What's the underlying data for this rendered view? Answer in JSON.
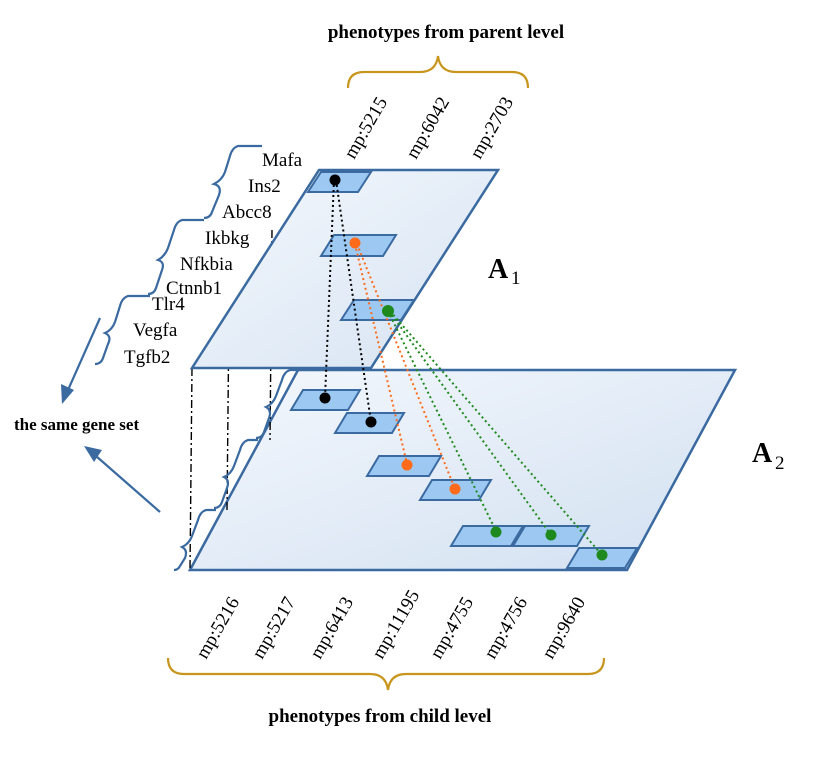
{
  "title_top": "phenotypes from parent level",
  "title_bottom": "phenotypes from child level",
  "same_gene_set_label": "the same gene set",
  "matrix_labels": {
    "a1": {
      "letter": "A",
      "sub": "1"
    },
    "a2": {
      "letter": "A",
      "sub": "2"
    }
  },
  "parent_phenotypes": [
    "mp:5215",
    "mp:6042",
    "mp:2703"
  ],
  "child_phenotypes": [
    "mp:5216",
    "mp:5217",
    "mp:6413",
    "mp:11195",
    "mp:4755",
    "mp:4756",
    "mp:9640"
  ],
  "genes": [
    "Mafa",
    "Ins2",
    "Abcc8",
    "Ikbkg",
    "Nfkbia",
    "Ctnnb1",
    "Tlr4",
    "Vegfa",
    "Tgfb2"
  ],
  "colors": {
    "plane_fill_top": "#e6eef8",
    "plane_stroke": "#3a6aa0",
    "cell_fill": "#9cc8f2",
    "brace_gold": "#c8961e",
    "black": "#000000",
    "orange": "#ff6b1a",
    "green": "#1e8a1e"
  }
}
